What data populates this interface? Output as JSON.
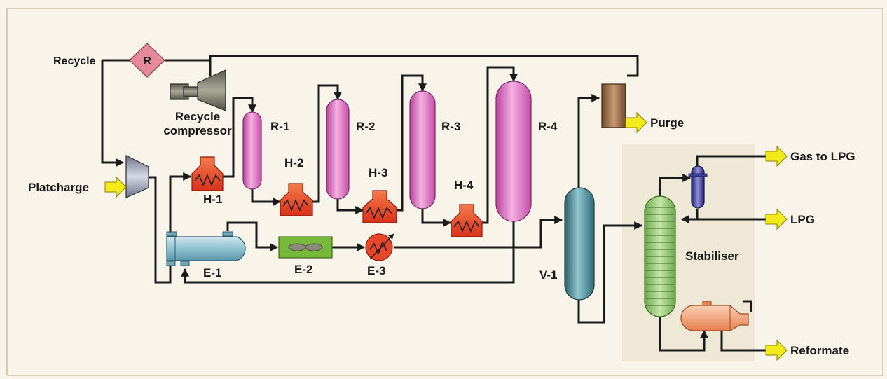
{
  "labels": {
    "recycle": "Recycle",
    "r_symbol": "R",
    "recycle_compressor_1": "Recycle",
    "recycle_compressor_2": "compressor",
    "platcharge": "Platcharge",
    "r1": "R-1",
    "r2": "R-2",
    "r3": "R-3",
    "r4": "R-4",
    "h1": "H-1",
    "h2": "H-2",
    "h3": "H-3",
    "h4": "H-4",
    "e1": "E-1",
    "e2": "E-2",
    "e3": "E-3",
    "v1": "V-1",
    "purge": "Purge",
    "gas_to_lpg": "Gas to LPG",
    "lpg": "LPG",
    "stabiliser": "Stabiliser",
    "reformate": "Reformate"
  },
  "colors": {
    "background": "#f8f4ea",
    "stabiliser_zone": "#efe8d6",
    "reactor": "#e07ac4",
    "heater": "#e8452a",
    "exchanger": "#8fc3d2",
    "cooler": "#76b83a",
    "separator": "#3f8593",
    "stabiliser_column": "#8bc36a",
    "purge_drum": "#9b6e48",
    "reflux_drum": "#3d3d9e",
    "reboiler": "#f0a070",
    "recycle_diamond": "#e48a9a",
    "compressor": "#7b7c6c",
    "arrow": "#f2ea1a"
  }
}
